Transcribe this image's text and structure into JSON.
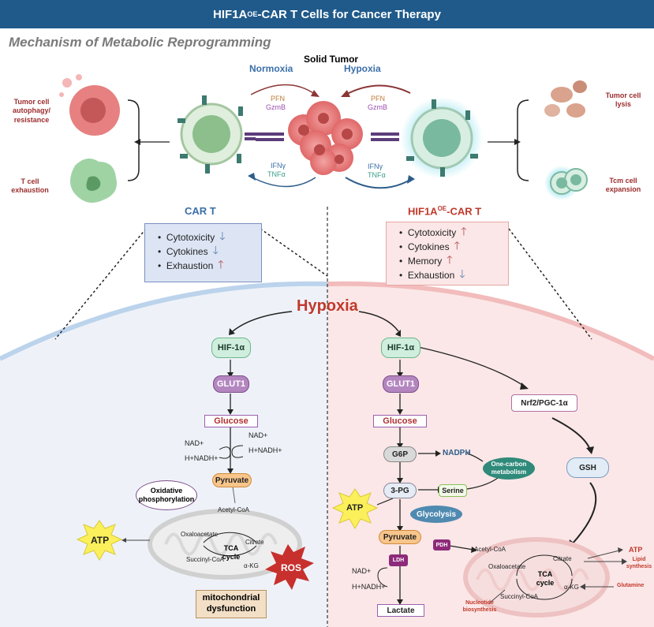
{
  "title": {
    "prefix": "HIF1A",
    "sup": "OE",
    "suffix": "-CAR T Cells for Cancer Therapy"
  },
  "subtitle": "Mechanism of  Metabolic Reprogramming",
  "top": {
    "solid_tumor": "Solid Tumor",
    "normoxia": "Normoxia",
    "hypoxia": "Hypoxia",
    "pfn": "PFN",
    "gzmb": "GzmB",
    "ifng": "IFNγ",
    "tnfa": "TNFα",
    "left_outcome_1": "Tumor cell autophagy/ resistance",
    "left_outcome_2": "T cell exhaustion",
    "right_outcome_1": "Tumor cell lysis",
    "right_outcome_2": "Tcm cell expansion"
  },
  "car_t": {
    "heading": "CAR T",
    "items": [
      "Cytotoxicity",
      "Cytokines",
      "Exhaustion"
    ]
  },
  "hif_car_t": {
    "heading_prefix": "HIF1A",
    "heading_sup": "OE",
    "heading_suffix": "-CAR T",
    "items": [
      "Cytotoxicity",
      "Cytokines",
      "Memory",
      "Exhaustion"
    ]
  },
  "pathway": {
    "hypoxia": "Hypoxia",
    "hif1a": "HIF-1α",
    "glut1": "GLUT1",
    "glucose": "Glucose",
    "nad": "NAD+",
    "nadh": "H+NADH+",
    "pyruvate": "Pyruvate",
    "oxphos": "Oxidative phosphorylation",
    "acetyl_coa": "Acetyl-CoA",
    "oxaloacetate": "Oxaloacetate",
    "citrate": "Citrate",
    "tca": "TCA cycle",
    "succinyl_coa": "Succinyl-CoA",
    "akg": "α-KG",
    "atp": "ATP",
    "ros": "ROS",
    "mito_dys": "mitochondrial dysfunction",
    "g6p": "G6P",
    "nadph": "NADPH",
    "one_carbon": "One-carbon metabolism",
    "pg3": "3-PG",
    "serine": "Serine",
    "glycolysis": "Glycolysis",
    "pdh": "PDH",
    "ldh": "LDH",
    "lactate": "Lactate",
    "nrf2": "Nrf2/PGC-1α",
    "gsh": "GSH",
    "lipid": "Lipid synthesis",
    "glutamine": "Glutamine",
    "nucleotide": "Nucleotide biosynthesis"
  },
  "colors": {
    "header": "#1f5a8a",
    "red": "#c0392b",
    "blue": "#3a6fa8"
  }
}
